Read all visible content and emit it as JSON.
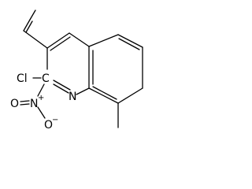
{
  "structure": {
    "type": "chemical-structure",
    "atoms": {
      "chlorine": "Cl",
      "carbon": "C",
      "nitrogen_ring": "N",
      "nitro_nitrogen": "N",
      "nitro_charge": "+",
      "oxygen_double": "O",
      "oxygen_single": "O",
      "oxygen_charge": "−"
    },
    "colors": {
      "bond": "#000000",
      "label": "#000000",
      "background": "#ffffff"
    }
  }
}
